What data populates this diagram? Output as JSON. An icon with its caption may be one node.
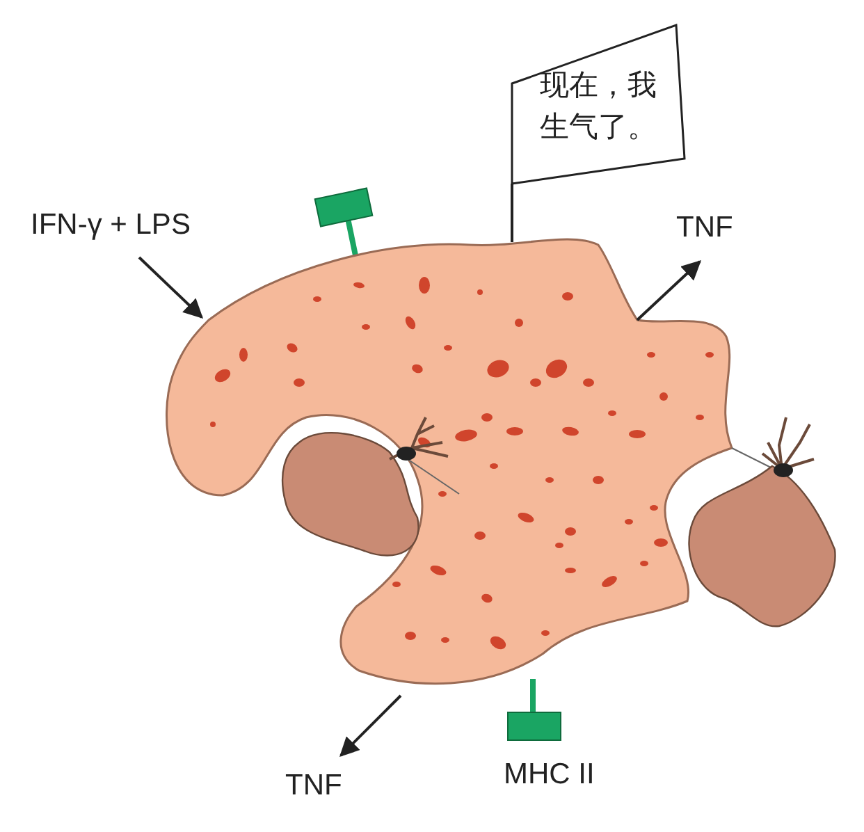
{
  "diagram": {
    "nodes": [
      {
        "text": [],
        "shape": "picture"
      },
      {
        "text": [
          "现在，我生气了。"
        ]
      },
      {
        "text": [
          "IFN-γ + LPS"
        ]
      },
      {
        "text": [
          "TNF"
        ]
      },
      {
        "text": [
          "TNF"
        ]
      }
    ],
    "edges": [
      {
        "from": 1,
        "to": 0,
        "arrow": "none"
      },
      {
        "from": 2,
        "to": 0,
        "arrow": "to"
      },
      {
        "from": 0,
        "to": 3,
        "arrow": "to"
      },
      {
        "from": 0,
        "to": 4,
        "arrow": "to"
      }
    ],
    "labels": [
      "MHC II"
    ]
  }
}
